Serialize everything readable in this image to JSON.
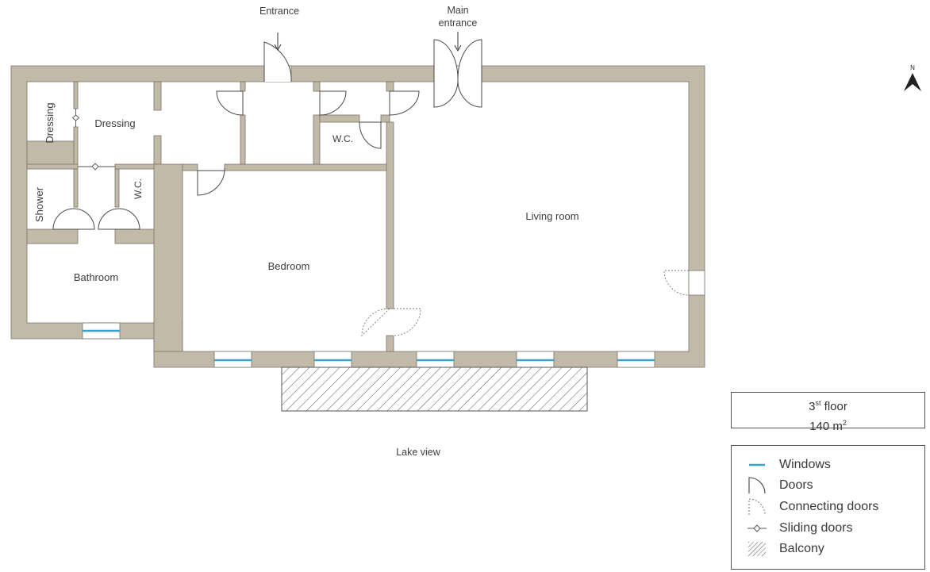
{
  "rooms": {
    "dressing_left": "Dressing",
    "dressing": "Dressing",
    "shower": "Shower",
    "wc_bath": "W.C.",
    "bathroom": "Bathroom",
    "wc_hall": "W.C.",
    "bedroom": "Bedroom",
    "living_room": "Living room"
  },
  "entrances": {
    "entrance": "Entrance",
    "main_entrance_line1": "Main",
    "main_entrance_line2": "entrance"
  },
  "outside": {
    "lake_view": "Lake view"
  },
  "compass": {
    "north": "N"
  },
  "floor_info": {
    "floor_number": "3",
    "floor_suffix": "st",
    "floor_word": "floor",
    "area_number": "140 m",
    "area_exp": "2"
  },
  "legend": {
    "windows": "Windows",
    "doors": "Doors",
    "connecting_doors": "Connecting doors",
    "sliding_doors": "Sliding doors",
    "balcony": "Balcony"
  },
  "colors": {
    "wall": "#c2baa8",
    "window": "#3aa3cc",
    "stroke": "#4a4a4a"
  }
}
